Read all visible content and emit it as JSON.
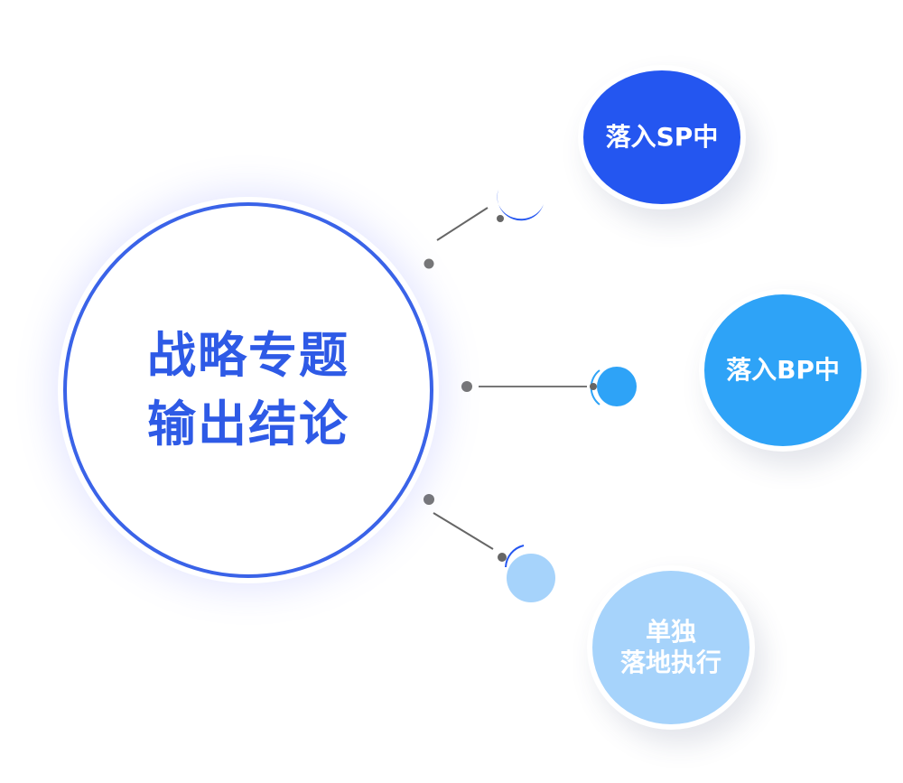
{
  "center": {
    "line1": "战略专题",
    "line2": "输出结论",
    "border_color": "#3a63e8",
    "text_color": "#2e5ae6"
  },
  "outcomes": [
    {
      "label_lines": [
        "落入SP中"
      ],
      "color": "#2456f0"
    },
    {
      "label_lines": [
        "落入BP中"
      ],
      "color": "#2ea3f7"
    },
    {
      "label_lines": [
        "单独",
        "落地执行"
      ],
      "color": "#a6d3fb"
    }
  ],
  "connector_color": "#666666"
}
